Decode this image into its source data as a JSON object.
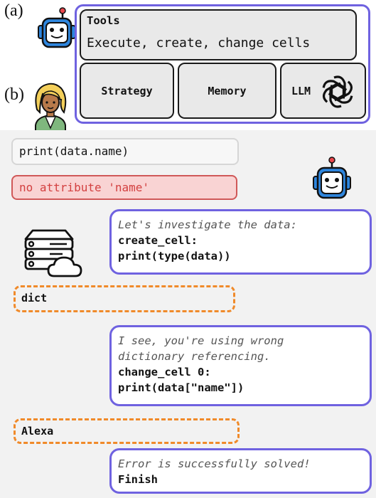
{
  "labels": {
    "a": "(a)",
    "b": "(b)"
  },
  "tools": {
    "title": "Tools",
    "description": "Execute, create, change cells"
  },
  "modules": {
    "strategy": "Strategy",
    "memory": "Memory",
    "llm": "LLM"
  },
  "conversation": {
    "user_code": "print(data.name)",
    "error": "no attribute 'name'",
    "agent_reply_1": {
      "thought": "Let's investigate the data:",
      "command": "create_cell:",
      "code": "print(type(data))"
    },
    "output_1": "dict",
    "agent_reply_2": {
      "thought_line_1": "I see, you're using wrong",
      "thought_line_2": "dictionary referencing.",
      "command": "change_cell 0:",
      "code": "print(data[\"name\"])"
    },
    "output_2": "Alexa",
    "agent_reply_3": {
      "thought": "Error is successfully solved!",
      "command": "Finish"
    }
  },
  "colors": {
    "agent_border": "#6f62e0",
    "output_border": "#f08a2a",
    "error_border": "#d05858",
    "error_fill": "#f9d3d3",
    "robot_blue": "#2e86de",
    "panel_grey": "#e9e9e9"
  },
  "icons": [
    "robot-icon",
    "user-avatar-icon",
    "server-cloud-icon",
    "openai-logo-icon"
  ]
}
